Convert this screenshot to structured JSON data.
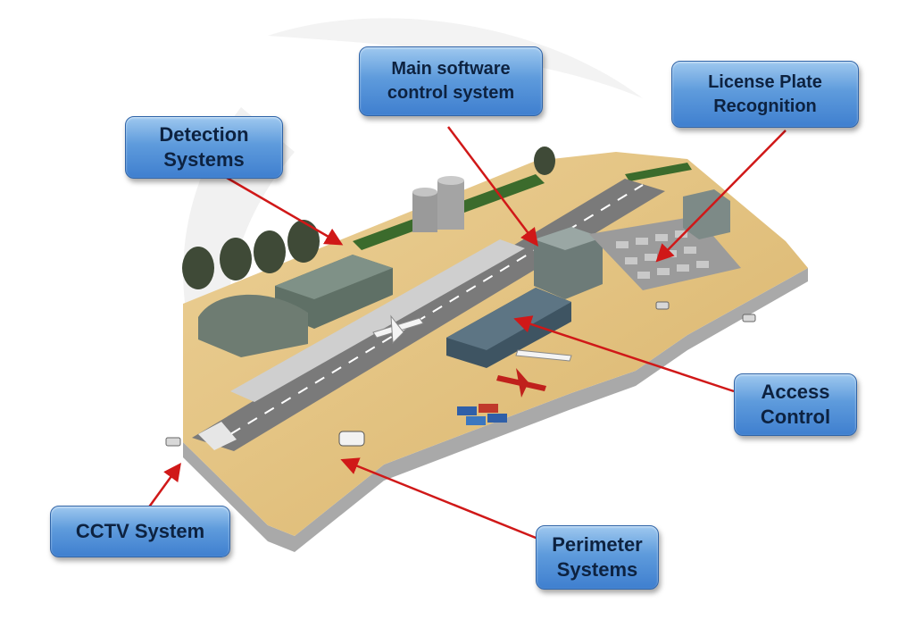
{
  "callouts": {
    "detection": "Detection\nSystems",
    "main_software": "Main software\ncontrol system",
    "license_plate": "License Plate\nRecognition",
    "access_control": "Access\nControl",
    "cctv": "CCTV System",
    "perimeter": "Perimeter\nSystems"
  },
  "colors": {
    "callout_fill": "#5e9bdc",
    "callout_text": "#0d2240",
    "arrow": "#d01818",
    "ground": "#e3c27e",
    "runway": "#7a7a7a"
  }
}
